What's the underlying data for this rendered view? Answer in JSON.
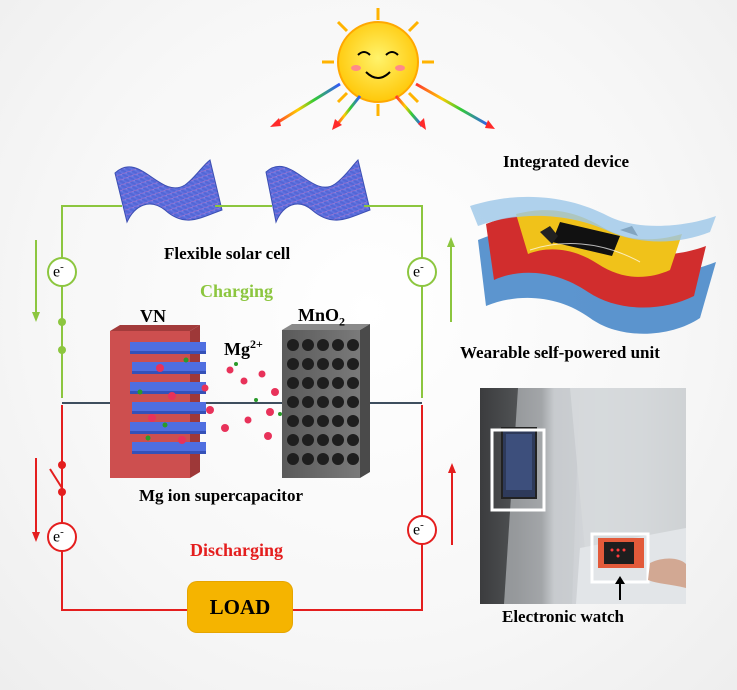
{
  "labels": {
    "flexible_solar_cell": "Flexible solar cell",
    "charging": "Charging",
    "discharging": "Discharging",
    "vn": "VN",
    "mno2_base": "MnO",
    "mno2_sub": "2",
    "mg_base": "Mg",
    "mg_sup": "2+",
    "supercapacitor": "Mg ion supercapacitor",
    "load": "LOAD",
    "integrated_device": "Integrated device",
    "wearable_unit": "Wearable self-powered unit",
    "electronic_watch": "Electronic watch",
    "electron": "e",
    "electron_sup": "-"
  },
  "colors": {
    "charge_line": "#8cc63f",
    "discharge_line": "#e41e1e",
    "load_fill": "#f5b400",
    "vn_electrode": "#cd4f4f",
    "mno2_electrode": "#6b6b6b",
    "solar_panel": "#5d6fd6"
  },
  "icons": [
    "sun-icon",
    "solar-panel-icon",
    "switch-icon",
    "rainbow-ray-icon"
  ]
}
